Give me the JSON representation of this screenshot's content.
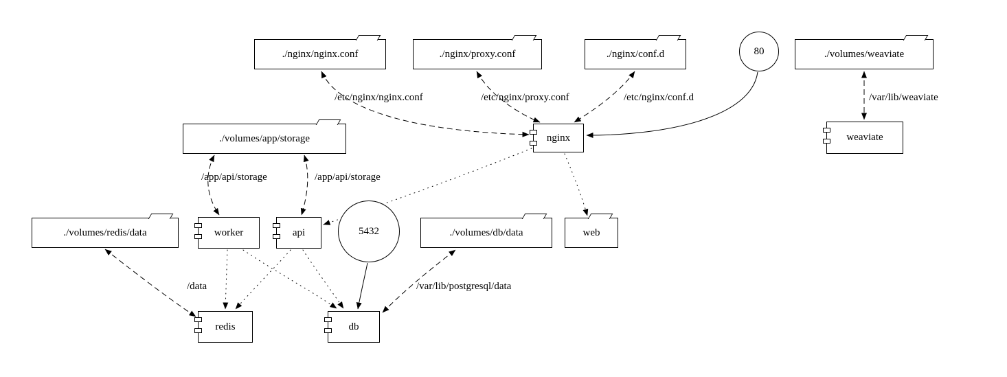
{
  "diagram": {
    "nodes": {
      "nginx_conf": {
        "label": "./nginx/nginx.conf",
        "type": "folder"
      },
      "proxy_conf": {
        "label": "./nginx/proxy.conf",
        "type": "folder"
      },
      "conf_d": {
        "label": "./nginx/conf.d",
        "type": "folder"
      },
      "port80": {
        "label": "80",
        "type": "port-circle"
      },
      "volumes_weaviate": {
        "label": "./volumes/weaviate",
        "type": "folder"
      },
      "volumes_app_storage": {
        "label": "./volumes/app/storage",
        "type": "folder"
      },
      "nginx": {
        "label": "nginx",
        "type": "component"
      },
      "weaviate": {
        "label": "weaviate",
        "type": "component"
      },
      "volumes_redis_data": {
        "label": "./volumes/redis/data",
        "type": "folder"
      },
      "worker": {
        "label": "worker",
        "type": "component"
      },
      "api": {
        "label": "api",
        "type": "component"
      },
      "port5432": {
        "label": "5432",
        "type": "port-circle"
      },
      "volumes_db_data": {
        "label": "./volumes/db/data",
        "type": "folder"
      },
      "web": {
        "label": "web",
        "type": "folder"
      },
      "redis": {
        "label": "redis",
        "type": "component"
      },
      "db": {
        "label": "db",
        "type": "component"
      }
    },
    "edge_labels": {
      "nginx_conf_mount": "/etc/nginx/nginx.conf",
      "proxy_conf_mount": "/etc/nginx/proxy.conf",
      "conf_d_mount": "/etc/nginx/conf.d",
      "weaviate_mount": "/var/lib/weaviate",
      "worker_storage_mount": "/app/api/storage",
      "api_storage_mount": "/app/api/storage",
      "redis_mount": "/data",
      "db_mount": "/var/lib/postgresql/data"
    },
    "colors": {
      "stroke": "#000000",
      "fill": "#ffffff"
    }
  }
}
